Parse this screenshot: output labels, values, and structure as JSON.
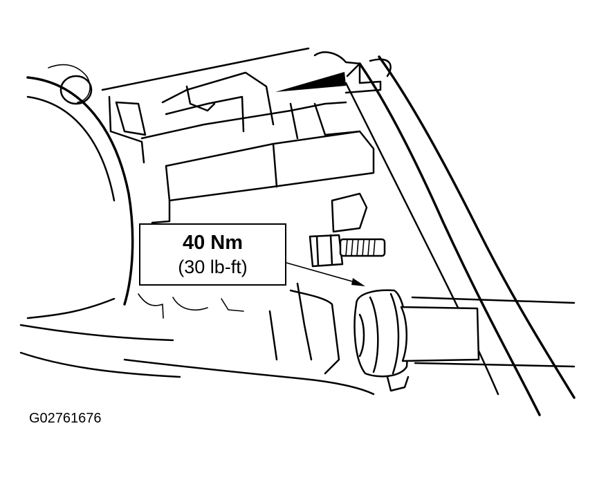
{
  "callout": {
    "torque_nm": "40 Nm",
    "torque_lbft": "(30 lb-ft)"
  },
  "figure_id": "G02761676",
  "colors": {
    "line": "#000000",
    "background": "#ffffff"
  }
}
